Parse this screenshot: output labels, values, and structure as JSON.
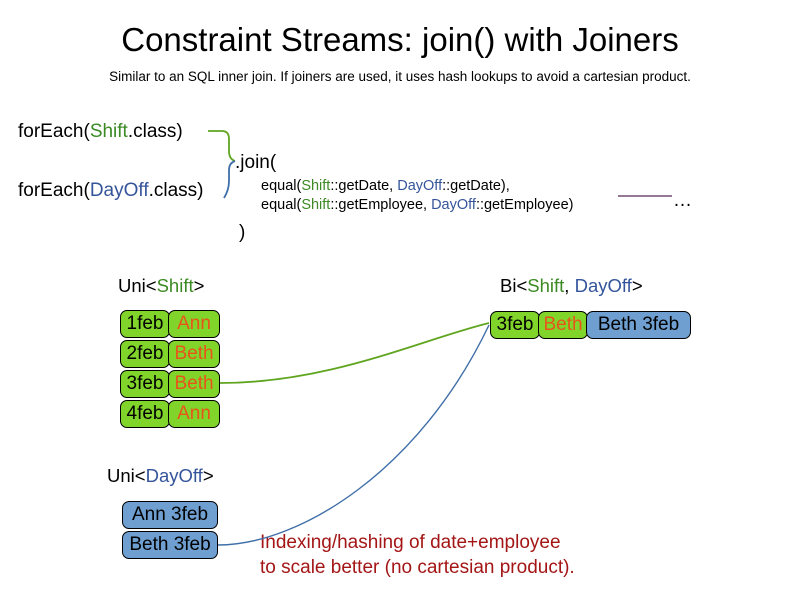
{
  "header": {
    "title": "Constraint Streams: join() with Joiners",
    "subtitle": "Similar to an SQL inner join. If joiners are used, it uses hash lookups to avoid a cartesian product."
  },
  "code": {
    "for_each_shift": {
      "prefix": "forEach(",
      "type": "Shift",
      "suffix": ".class)"
    },
    "for_each_dayoff": {
      "prefix": "forEach(",
      "type": "DayOff",
      "suffix": ".class)"
    },
    "join_open": ".join(",
    "join_close": ")",
    "joiners": [
      {
        "prefix": "equal(",
        "left_type": "Shift",
        "left_method": "::getDate, ",
        "right_type": "DayOff",
        "right_method": "::getDate),"
      },
      {
        "prefix": "equal(",
        "left_type": "Shift",
        "left_method": "::getEmployee, ",
        "right_type": "DayOff",
        "right_method": "::getEmployee)"
      }
    ],
    "ellipsis": "…"
  },
  "streams": {
    "uni_shift": {
      "label_prefix": "Uni<",
      "label_type": "Shift",
      "label_suffix": ">",
      "rows": [
        {
          "date": "1feb",
          "name": "Ann"
        },
        {
          "date": "2feb",
          "name": "Beth"
        },
        {
          "date": "3feb",
          "name": "Beth"
        },
        {
          "date": "4feb",
          "name": "Ann"
        }
      ]
    },
    "uni_dayoff": {
      "label_prefix": "Uni<",
      "label_type": "DayOff",
      "label_suffix": ">",
      "rows": [
        {
          "pair": "Ann 3feb"
        },
        {
          "pair": "Beth 3feb"
        }
      ]
    },
    "bi_join": {
      "label_prefix": "Bi<",
      "label_type_left": "Shift",
      "label_separator": ", ",
      "label_type_right": "DayOff",
      "label_suffix": ">",
      "row": {
        "date": "3feb",
        "name": "Beth",
        "pair": "Beth 3feb"
      }
    }
  },
  "annotation": {
    "line1": "Indexing/hashing of date+employee",
    "line2": "to scale better (no cartesian product)."
  },
  "colors": {
    "shift_green": "#3C8A23",
    "dayoff_blue": "#35559B",
    "box_green": "#80D42A",
    "box_blue": "#6F9FD0",
    "name_orange": "#E8551B",
    "annotation_red": "#A41616",
    "connector_green": "#5FA520",
    "connector_blue": "#3F6FA8",
    "rule_purple": "#6E4C6E"
  }
}
